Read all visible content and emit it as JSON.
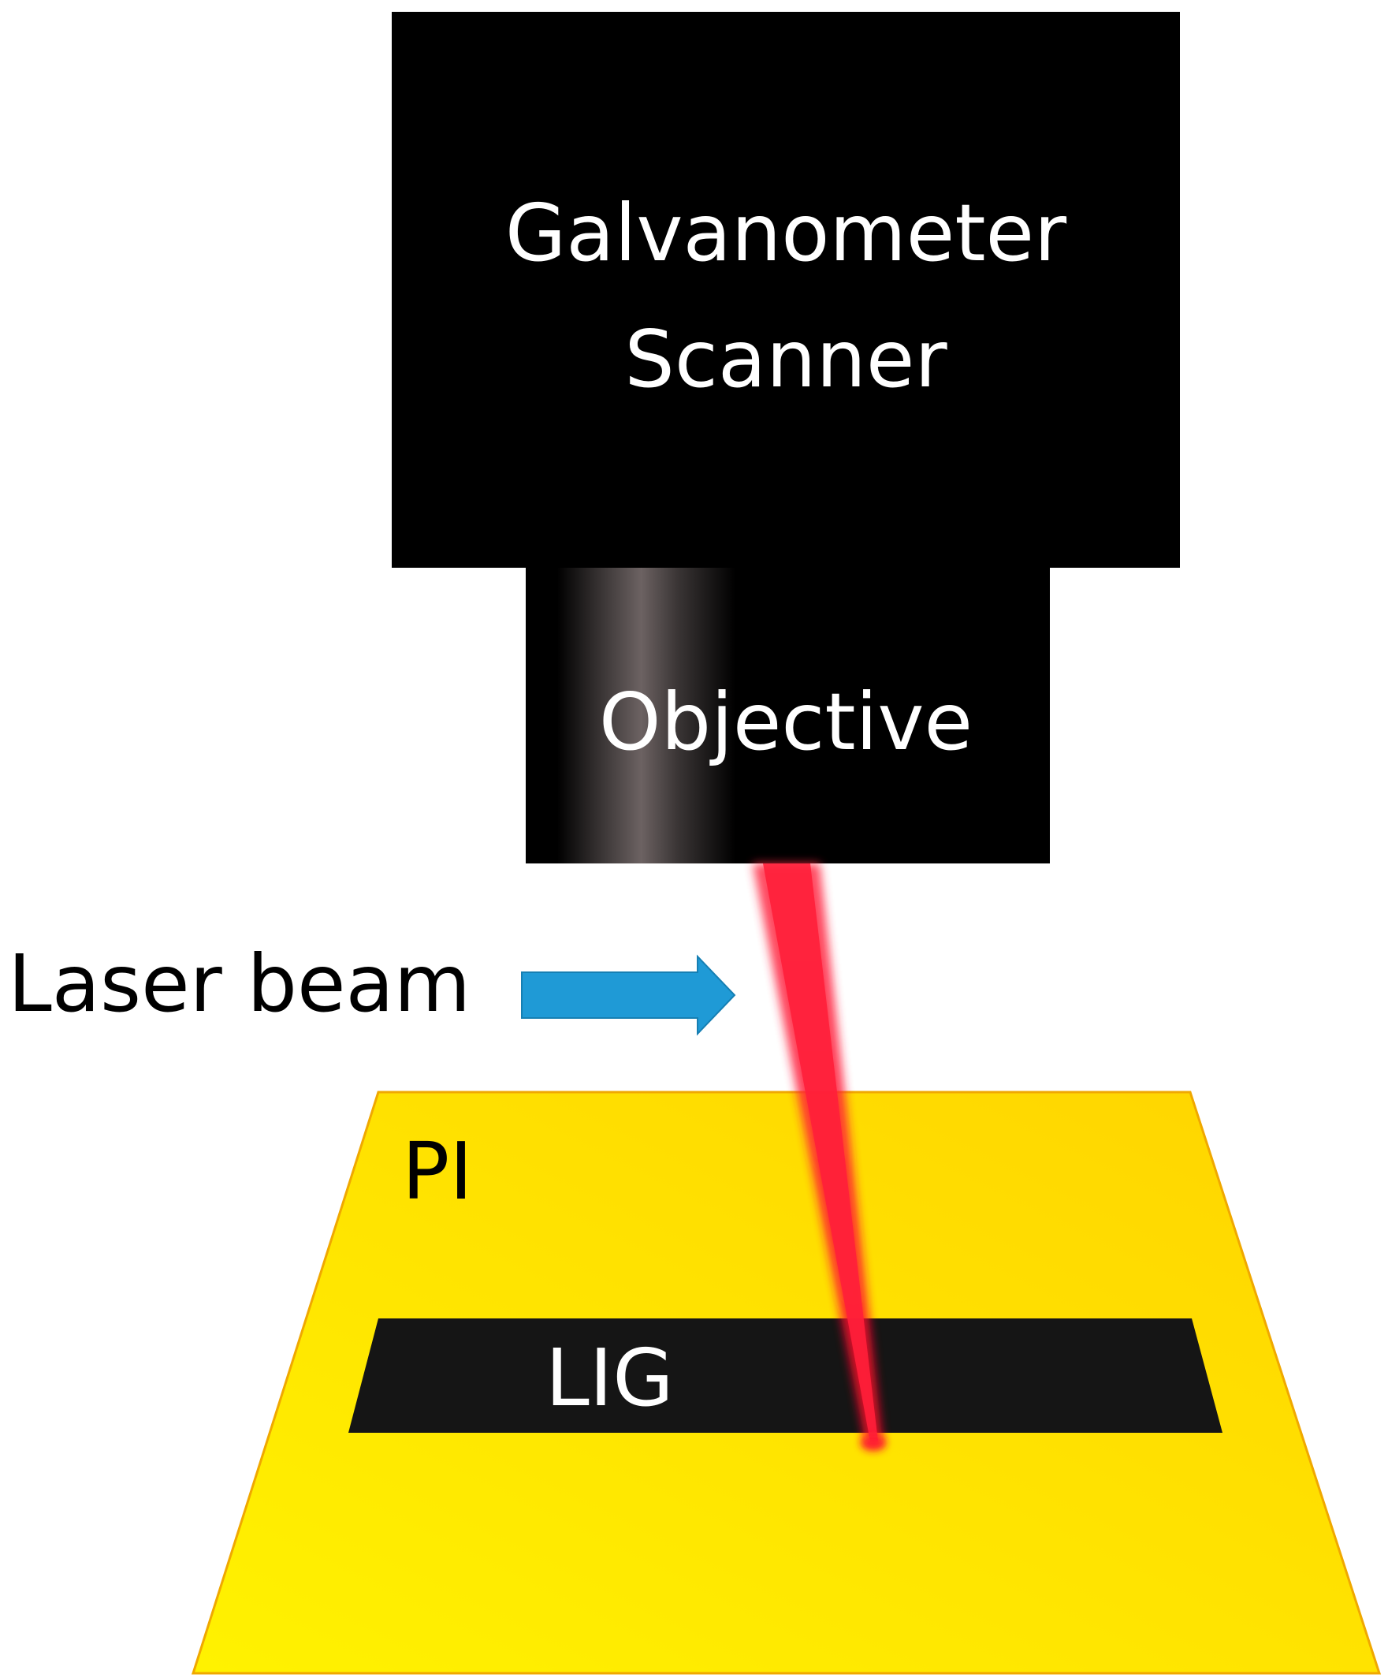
{
  "scanner": {
    "line1": "Galvanometer",
    "line2": "Scanner"
  },
  "objective": {
    "label": "Objective"
  },
  "laser": {
    "label": "Laser beam",
    "arrow_color": "#1f9ad6",
    "beam_color": "#ff1f3a"
  },
  "substrate": {
    "label": "PI",
    "color": "#ffd600"
  },
  "lig": {
    "label": "LIG",
    "color": "#151515"
  }
}
